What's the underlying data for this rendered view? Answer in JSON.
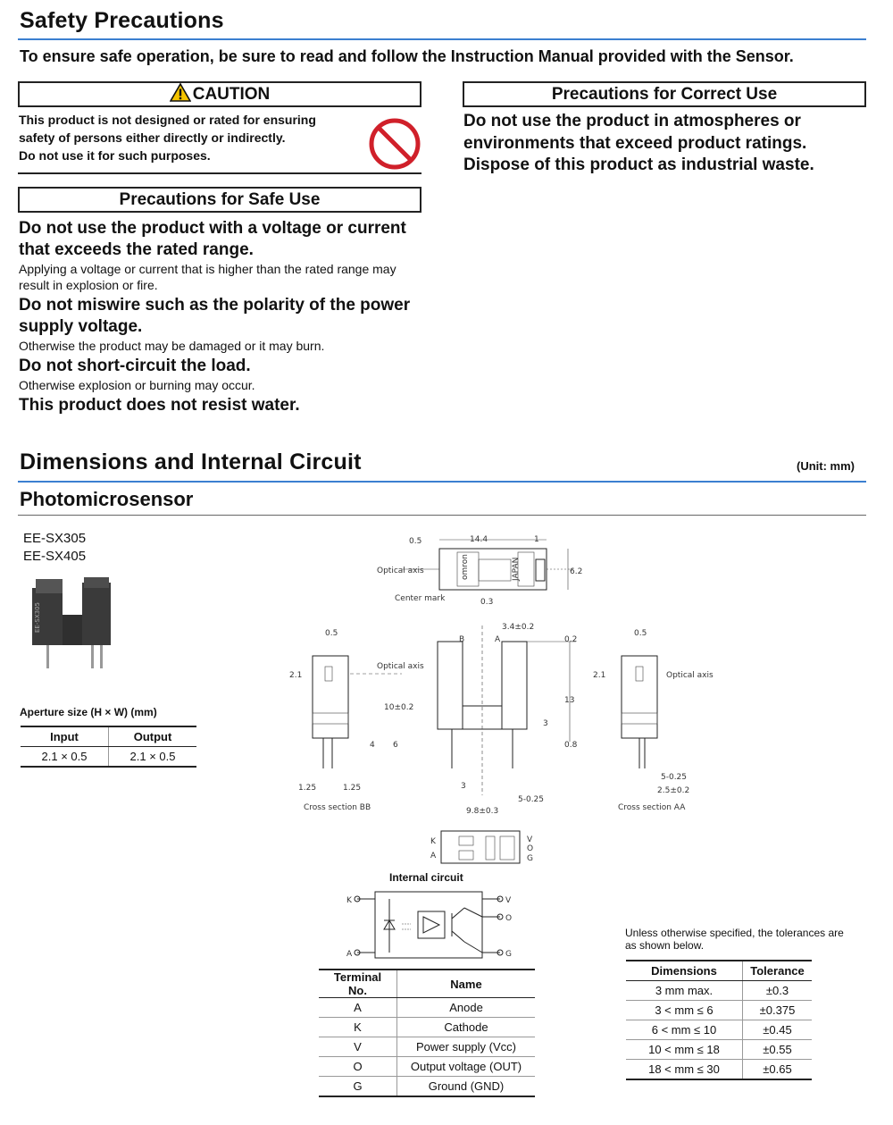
{
  "safety": {
    "title": "Safety Precautions",
    "lead": "To ensure safe operation, be sure to read and follow the Instruction Manual provided with the Sensor.",
    "caution": {
      "heading": "CAUTION",
      "lines": [
        "This product is not designed or rated for ensuring",
        "safety of persons either directly or indirectly.",
        "Do not use it for such purposes."
      ]
    },
    "correct_use": {
      "heading": "Precautions for Correct Use",
      "lines": [
        "Do not use the product in atmospheres or",
        "environments that exceed product ratings.",
        "Dispose of this product as industrial waste."
      ]
    },
    "safe_use": {
      "heading": "Precautions for Safe Use",
      "items": [
        {
          "title": "Do not use the product with a voltage or current that exceeds the rated range.",
          "note": "Applying a voltage or current that is higher than the rated range may result in explosion or fire."
        },
        {
          "title": "Do not miswire such as the polarity of the power supply voltage.",
          "note": "Otherwise the product may be damaged or it may burn."
        },
        {
          "title": "Do not short-circuit the load.",
          "note": "Otherwise explosion or burning may occur."
        },
        {
          "title": "This product does not resist water.",
          "note": ""
        }
      ]
    }
  },
  "dimensions": {
    "title": "Dimensions and Internal Circuit",
    "unit": "(Unit: mm)",
    "subtitle": "Photomicrosensor",
    "models": [
      "EE-SX305",
      "EE-SX405"
    ],
    "aperture": {
      "title": "Aperture size (H × W) (mm)",
      "headers": [
        "Input",
        "Output"
      ],
      "values": [
        "2.1 × 0.5",
        "2.1 × 0.5"
      ]
    },
    "drawing": {
      "top_labels": {
        "w": "14.4",
        "left": "0.5",
        "right": "1",
        "h": "6.2",
        "axis": "Optical axis",
        "center": "Center mark",
        "cm": "0.3",
        "brand": "omron",
        "origin": "JAPAN"
      },
      "front_labels": {
        "gap": "3.4±0.2",
        "b": "B",
        "a": "A",
        "top": "0.2",
        "h": "13",
        "slot": "3",
        "base": "0.8",
        "pin_pitch": "3",
        "pin": "5-0.25",
        "width": "9.8±0.3"
      },
      "bb_labels": {
        "t": "0.5",
        "axis": "Optical axis",
        "h": "2.1",
        "depth": "10±0.2",
        "p4": "4",
        "p6": "6",
        "pitch_l": "1.25",
        "pitch_r": "1.25",
        "caption": "Cross section BB"
      },
      "aa_labels": {
        "t": "0.5",
        "axis": "Optical axis",
        "h": "2.1",
        "pin": "5-0.25",
        "pitch": "2.5±0.2",
        "caption": "Cross section AA"
      },
      "bottom_labels": {
        "k": "K",
        "a": "A",
        "v": "V",
        "o": "O",
        "g": "G"
      }
    },
    "circuit": {
      "title": "Internal circuit",
      "pins": {
        "k": "K",
        "a": "A",
        "v": "V",
        "o": "O",
        "g": "G"
      }
    },
    "terminal_table": {
      "headers": [
        "Terminal No.",
        "Name"
      ],
      "rows": [
        [
          "A",
          "Anode"
        ],
        [
          "K",
          "Cathode"
        ],
        [
          "V",
          "Power supply (Vcc)"
        ],
        [
          "O",
          "Output voltage (OUT)"
        ],
        [
          "G",
          "Ground (GND)"
        ]
      ]
    },
    "tolerance": {
      "note": "Unless otherwise specified, the tolerances are as shown below.",
      "headers": [
        "Dimensions",
        "Tolerance"
      ],
      "rows": [
        [
          "3 mm max.",
          "±0.3"
        ],
        [
          "3 < mm ≤ 6",
          "±0.375"
        ],
        [
          "6 < mm ≤ 10",
          "±0.45"
        ],
        [
          "10 < mm ≤ 18",
          "±0.55"
        ],
        [
          "18 < mm ≤ 30",
          "±0.65"
        ]
      ]
    }
  },
  "colors": {
    "accent": "#3b7fd0",
    "prohibition": "#d0202a"
  }
}
